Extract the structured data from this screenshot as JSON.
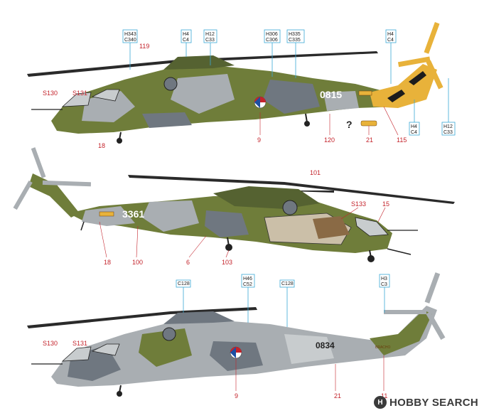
{
  "colors": {
    "olive": "#6f7d3a",
    "olive_dark": "#556231",
    "grey": "#a9aeb2",
    "grey_dark": "#6f7780",
    "light_grey": "#c8ccce",
    "yellow": "#e8b23a",
    "black": "#1c1c1c",
    "callout_blue": "#3aa9d6",
    "ref_red": "#c4232b"
  },
  "heli_top": {
    "tail_number": "0815",
    "callouts": [
      {
        "code": "H343\nC340"
      },
      {
        "code": "H4\nC4"
      },
      {
        "code": "H12\nC33"
      },
      {
        "code": "H306\nC306"
      },
      {
        "code": "H335\nC335"
      },
      {
        "code": "H4\nC4"
      },
      {
        "code": "H4\nC4"
      },
      {
        "code": "H12\nC33"
      }
    ],
    "refs": [
      "119",
      "S130",
      "S131",
      "9",
      "120",
      "21",
      "115",
      "18"
    ],
    "question": "?"
  },
  "heli_mid": {
    "tail_number": "3361",
    "refs": [
      "101",
      "S133",
      "15",
      "18",
      "100",
      "6",
      "103"
    ]
  },
  "heli_bot": {
    "tail_number": "0834",
    "nose_text": "BRACHO",
    "callouts": [
      {
        "code": "C128"
      },
      {
        "code": "H46\nC52"
      },
      {
        "code": "C128"
      },
      {
        "code": "H3\nC3"
      }
    ],
    "refs": [
      "S130",
      "S131",
      "9",
      "21",
      "11"
    ]
  },
  "watermark": {
    "logo": "H",
    "text": "HOBBY SEARCH"
  }
}
